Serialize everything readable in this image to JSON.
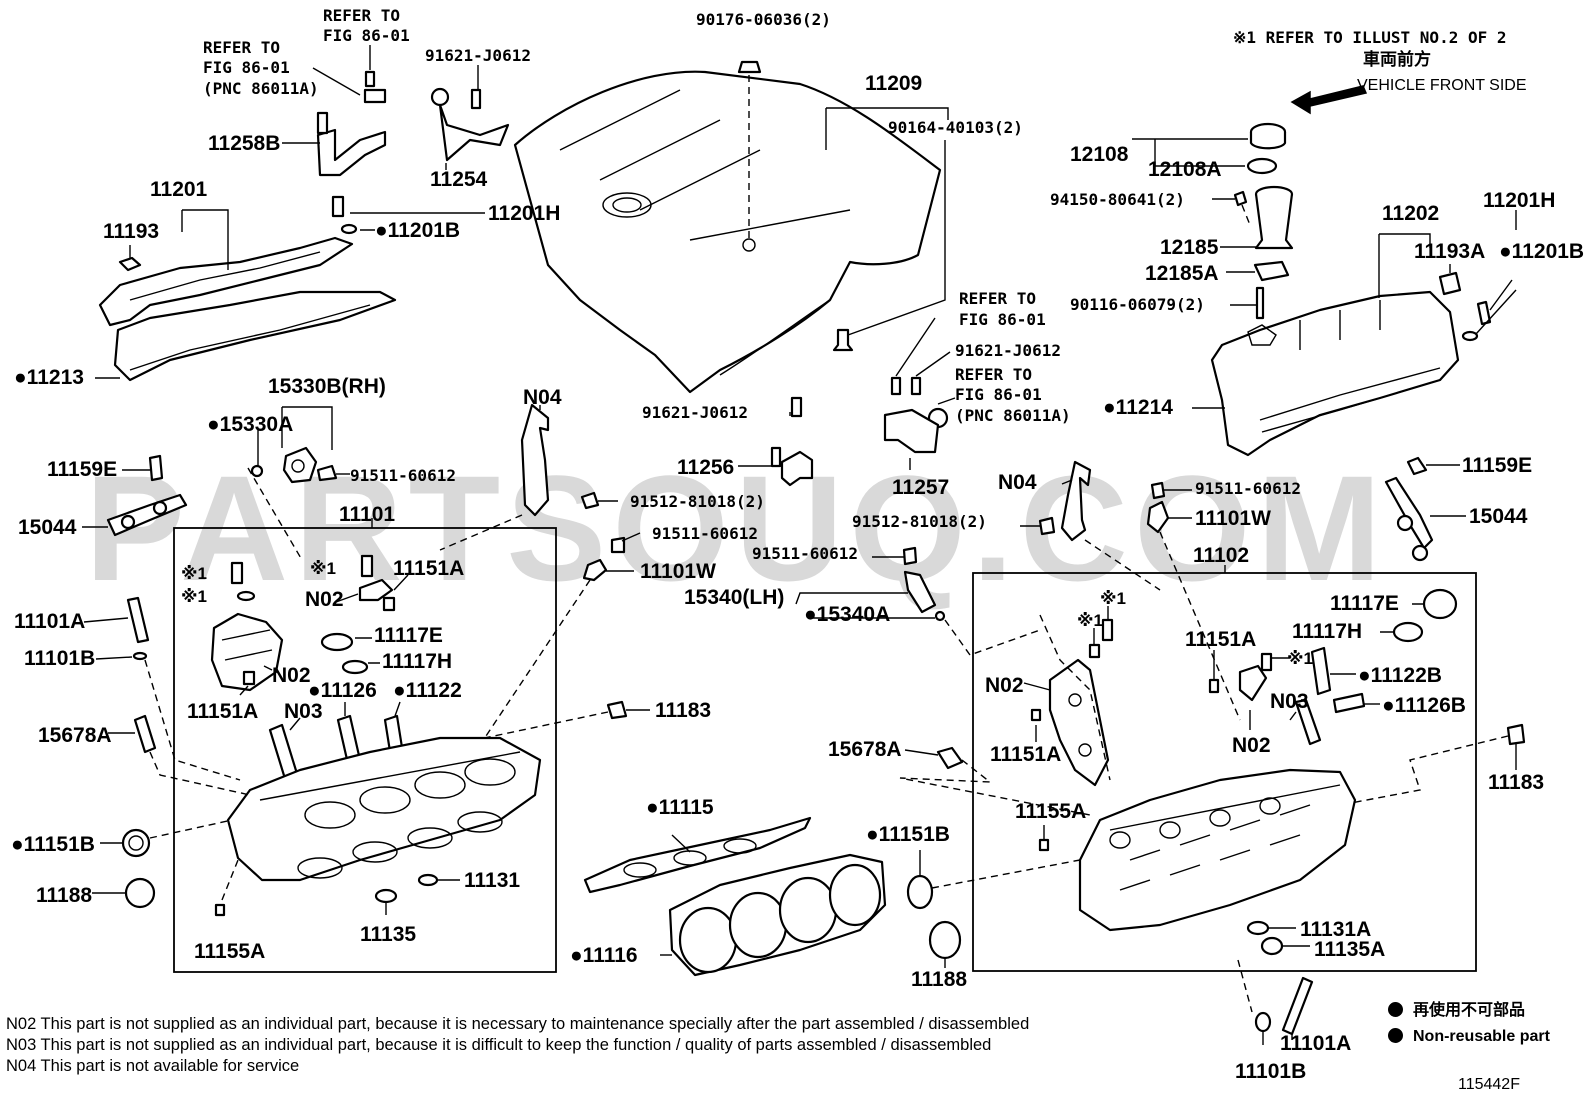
{
  "watermark": "PARTSOUQ.COM",
  "header_note": {
    "line1": "※1 REFER TO ILLUST NO.2 OF 2",
    "line2": "車両前方",
    "line3": "VEHICLE FRONT SIDE"
  },
  "parts": {
    "p11209": "11209",
    "p90176": "90176-06036(2)",
    "p90164": "90164-40103(2)",
    "refer1a": "REFER TO",
    "refer1b": "FIG 86-01",
    "refer2a": "REFER TO",
    "refer2b": "FIG 86-01",
    "refer2c": "(PNC 86011A)",
    "p91621a": "91621-J0612",
    "p11258B": "11258B",
    "p11254": "11254",
    "p11201": "11201",
    "p11193": "11193",
    "p11201Ha": "11201H",
    "p11201Ba": "●11201B",
    "p11213": "●11213",
    "p15330B": "15330B(RH)",
    "p15330A": "●15330A",
    "p91511a": "91511-60612",
    "p11159Ea": "11159E",
    "p15044a": "15044",
    "pN04a": "N04",
    "p91512a": "91512-81018(2)",
    "p91511b": "91511-60612",
    "p11101Wa": "11101W",
    "p11101": "11101",
    "p11101Aa": "11101A",
    "p11101Ba": "11101B",
    "pX1a": "※1",
    "pX1b": "※1",
    "pX1c": "※1",
    "p11151Aa": "11151A",
    "pN02a": "N02",
    "pN02b": "N02",
    "p11117Ea": "11117E",
    "p11117Ha": "11117H",
    "p11126": "●11126",
    "p11122": "●11122",
    "p11151Ab": "11151A",
    "pN03a": "N03",
    "p11183a": "11183",
    "p15678Aa": "15678A",
    "p11151Ba": "●11151B",
    "p11188a": "11188",
    "p11131": "11131",
    "p11135": "11135",
    "p11155Aa": "11155A",
    "p91621b": "91621-J0612",
    "p11256": "11256",
    "refer3a": "REFER TO",
    "refer3b": "FIG 86-01",
    "p91621c": "91621-J0612",
    "refer4a": "REFER TO",
    "refer4b": "FIG 86-01",
    "refer4c": "(PNC 86011A)",
    "p11257": "11257",
    "pN04b": "N04",
    "p91512b": "91512-81018(2)",
    "p91511c": "91511-60612",
    "p15340": "15340(LH)",
    "p15340A": "●15340A",
    "p11115": "●11115",
    "p11116": "●11116",
    "p11151Bb": "●11151B",
    "p11188b": "11188",
    "p15678Ab": "15678A",
    "p12108": "12108",
    "p12108A": "12108A",
    "p94150": "94150-80641(2)",
    "p12185": "12185",
    "p12185A": "12185A",
    "p90116": "90116-06079(2)",
    "p11202": "11202",
    "p11193A": "11193A",
    "p11201Hb": "11201H",
    "p11201Bb": "●11201B",
    "p11214": "●11214",
    "p91511d": "91511-60612",
    "p11101Wb": "11101W",
    "p11159Eb": "11159E",
    "p15044b": "15044",
    "p11102": "11102",
    "p11117Eb": "11117E",
    "p11117Hb": "11117H",
    "pX1d": "※1",
    "pX1e": "※1",
    "pX1f": "※1",
    "p11151Ac": "11151A",
    "p11122B": "●11122B",
    "pN02c": "N02",
    "p11151Ad": "11151A",
    "pN03b": "N03",
    "p11126B": "●11126B",
    "pN02d": "N02",
    "p11155Ab": "11155A",
    "p11183b": "11183",
    "p11131A": "11131A",
    "p11135A": "11135A",
    "p11101Ab": "11101A",
    "p11101Bb": "11101B"
  },
  "notes": [
    "N02  This part is not supplied as an individual part, because it is necessary to maintenance specially after the part assembled / disassembled",
    "N03  This part is not supplied as an individual part, because it is difficult to keep the function / quality of parts  assembled / disassembled",
    "N04  This part is not available for service"
  ],
  "legend": {
    "line1": "再使用不可部品",
    "line2": "Non-reusable part"
  },
  "drawing_number": "115442F"
}
